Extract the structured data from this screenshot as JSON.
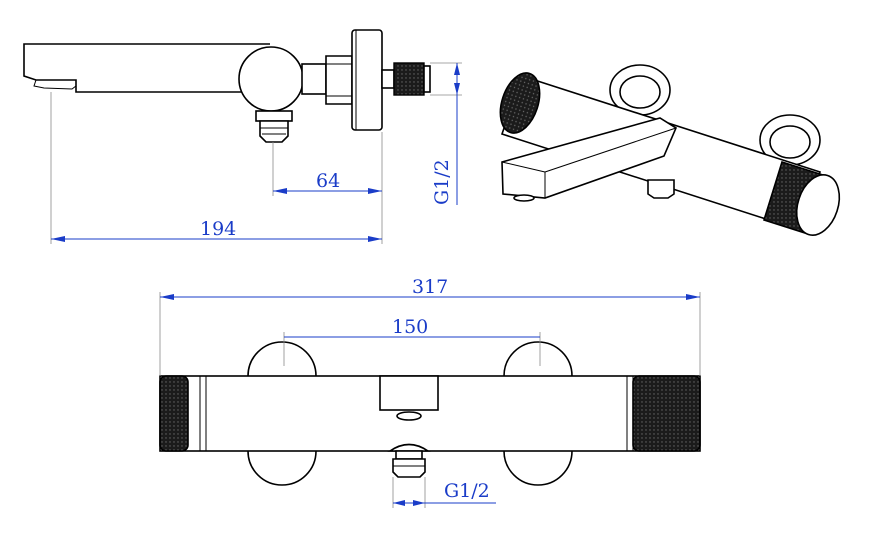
{
  "dimensions": {
    "spout_projection": "194",
    "inlet_offset": "64",
    "side_thread": "G1/2",
    "overall_length": "317",
    "inlet_centers": "150",
    "outlet_thread": "G1/2"
  },
  "colors": {
    "dimension": "#1a3cc8",
    "outline": "#000000",
    "extension": "#8a8a8a"
  }
}
